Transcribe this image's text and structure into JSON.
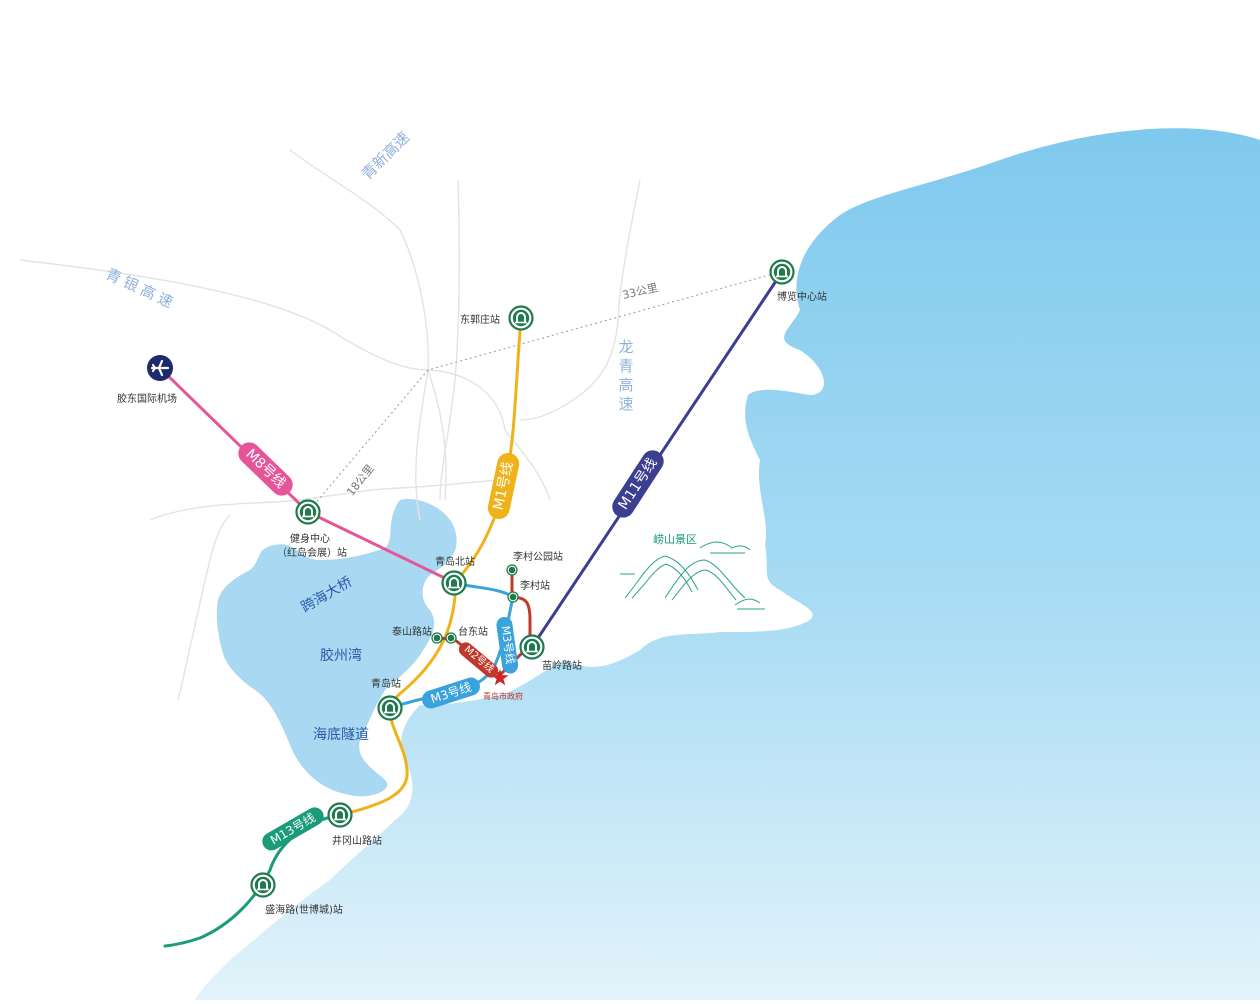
{
  "places": {
    "airport": "胶东国际机场",
    "dongguozhuang": "东郭庄站",
    "bolan": "博览中心站",
    "jianshen_1": "健身中心",
    "jianshen_2": "（红岛会展）站",
    "qingdao_north": "青岛北站",
    "licun_park": "李村公园站",
    "licun": "李村站",
    "taishanlu": "泰山路站",
    "taidong": "台东站",
    "miaoling": "苗岭路站",
    "qingdao": "青岛站",
    "government": "青岛市政府",
    "jinggangshan": "井冈山路站",
    "shenghai": "盛海路(世博城)站",
    "laoshan": "崂山景区"
  },
  "water": {
    "bridge": "跨海大桥",
    "bay": "胶州湾",
    "tunnel": "海底隧道"
  },
  "roads": {
    "qingxin": "青新高速",
    "qingyin": "青银高速",
    "longqing": "龙青高速"
  },
  "distances": {
    "d33": "33公里",
    "d18": "18公里"
  },
  "lines": {
    "m1": "M1号线",
    "m3": "M3号线",
    "m3b": "M3号线",
    "m8": "M8号线",
    "m11": "M11号线",
    "m13": "M13号线",
    "m2": "M2号线"
  },
  "colors": {
    "sea": "#85cdf0",
    "bay": "#a8d8f2",
    "m1": "#f0b21a",
    "m3": "#3aa2dc",
    "m2": "#c0392b",
    "m8": "#e6559a",
    "m11": "#3c3f8f",
    "m13": "#1a9b7a",
    "station": "#1f7a4d",
    "airport": "#1e2a6e",
    "government_star": "#d0242b"
  },
  "icons": {
    "station": "metro-station-icon",
    "airport": "airplane-icon",
    "government": "star-icon",
    "laoshan": "mountain-icon"
  }
}
